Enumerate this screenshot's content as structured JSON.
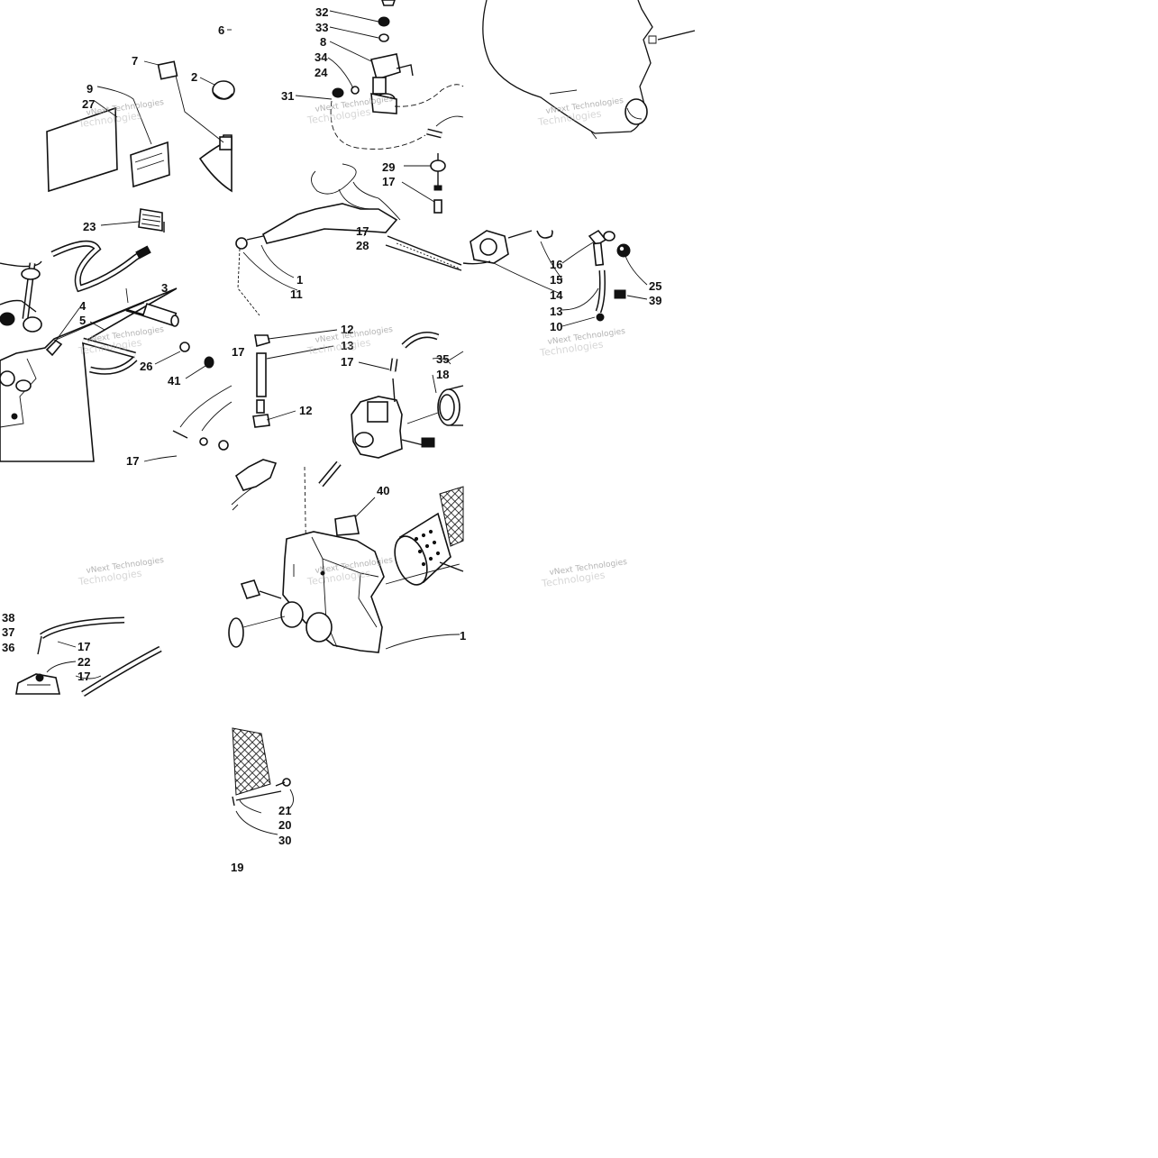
{
  "diagram": {
    "callouts": [
      {
        "label": "6"
      },
      {
        "label": "32"
      },
      {
        "label": "33"
      },
      {
        "label": "8"
      },
      {
        "label": "34"
      },
      {
        "label": "24"
      },
      {
        "label": "31"
      },
      {
        "label": "7"
      },
      {
        "label": "2"
      },
      {
        "label": "9"
      },
      {
        "label": "27"
      },
      {
        "label": "23"
      },
      {
        "label": "29"
      },
      {
        "label": "17"
      },
      {
        "label": "17"
      },
      {
        "label": "28"
      },
      {
        "label": "1"
      },
      {
        "label": "11"
      },
      {
        "label": "3"
      },
      {
        "label": "4"
      },
      {
        "label": "5"
      },
      {
        "label": "26"
      },
      {
        "label": "41"
      },
      {
        "label": "17"
      },
      {
        "label": "12"
      },
      {
        "label": "13"
      },
      {
        "label": "17"
      },
      {
        "label": "12"
      },
      {
        "label": "35"
      },
      {
        "label": "18"
      },
      {
        "label": "17"
      },
      {
        "label": "16"
      },
      {
        "label": "15"
      },
      {
        "label": "14"
      },
      {
        "label": "13"
      },
      {
        "label": "10"
      },
      {
        "label": "25"
      },
      {
        "label": "39"
      },
      {
        "label": "40"
      },
      {
        "label": "38"
      },
      {
        "label": "37"
      },
      {
        "label": "36"
      },
      {
        "label": "17"
      },
      {
        "label": "22"
      },
      {
        "label": "17"
      },
      {
        "label": "1"
      },
      {
        "label": "21"
      },
      {
        "label": "20"
      },
      {
        "label": "30"
      },
      {
        "label": "19"
      }
    ],
    "watermarks": [
      {
        "line1": "vNext Technologies",
        "line2": "Technologies"
      },
      {
        "line1": "vNext Technologies",
        "line2": "Technologies"
      },
      {
        "line1": "vNext Technologies",
        "line2": "Technologies"
      },
      {
        "line1": "vNext Technologies",
        "line2": "Technologies"
      },
      {
        "line1": "vNext Technologies",
        "line2": "Technologies"
      },
      {
        "line1": "vNext Technologies",
        "line2": "Technologies"
      },
      {
        "line1": "vNext Technologies",
        "line2": "Technologies"
      },
      {
        "line1": "vNext Technologies",
        "line2": "Technologies"
      }
    ]
  }
}
